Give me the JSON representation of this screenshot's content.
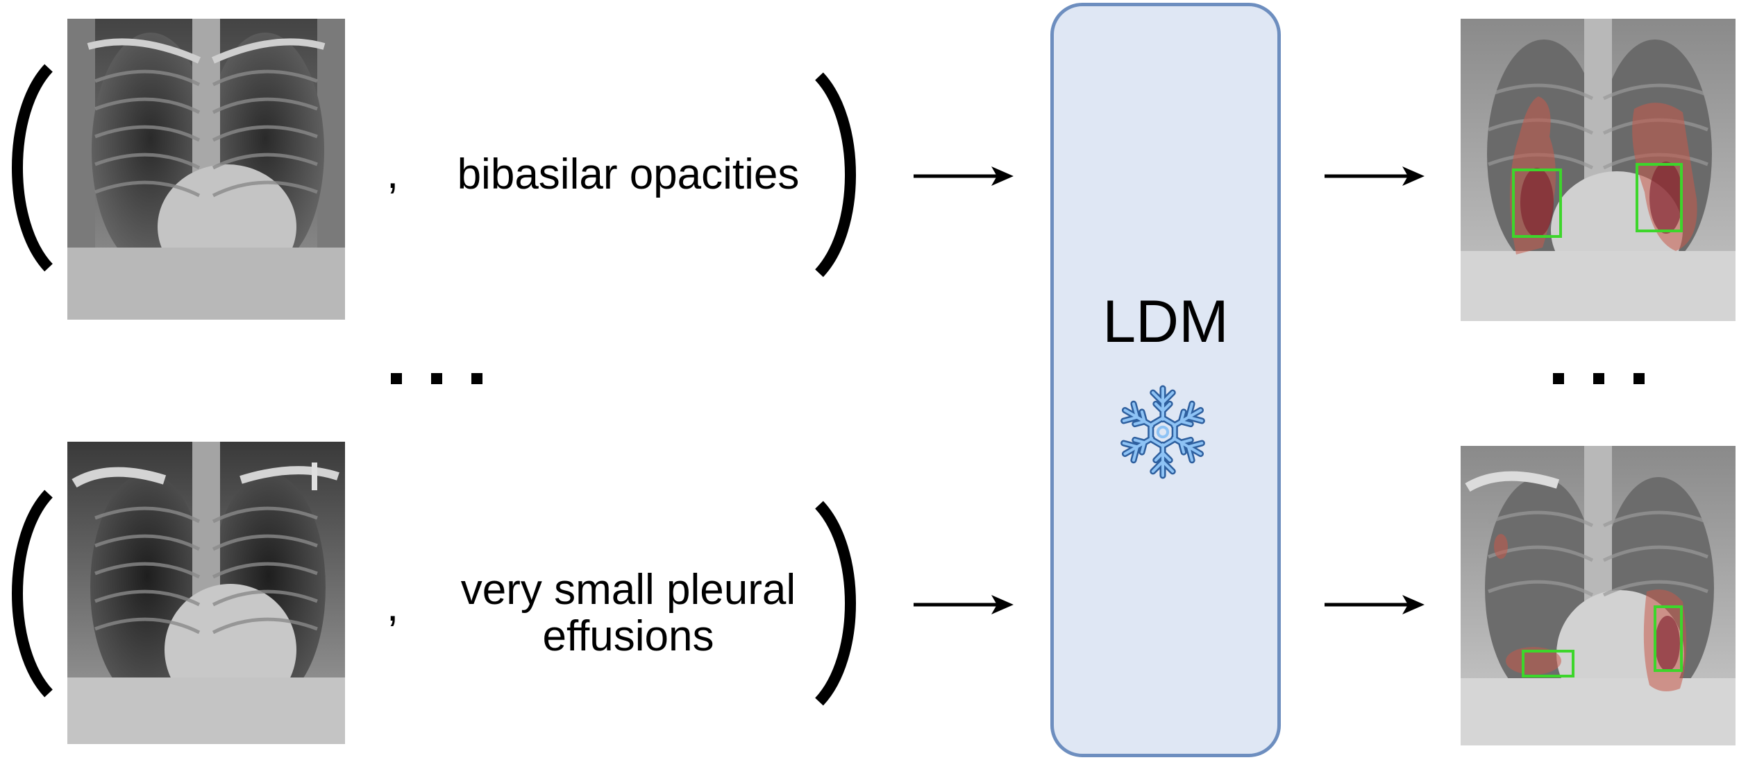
{
  "rows": [
    {
      "caption_lines": [
        "bibasilar opacities"
      ],
      "comma": ","
    },
    {
      "caption_lines": [
        "very small pleural",
        "effusions"
      ],
      "comma": ","
    }
  ],
  "model": {
    "label": "LDM",
    "icon": "snowflake-icon"
  },
  "colors": {
    "box_fill": "#dfe7f4",
    "box_border": "#6d8ebf",
    "bbox_green": "#3dd62b",
    "heat_red": "#b3424a",
    "snowflake": "#5a9be0"
  }
}
